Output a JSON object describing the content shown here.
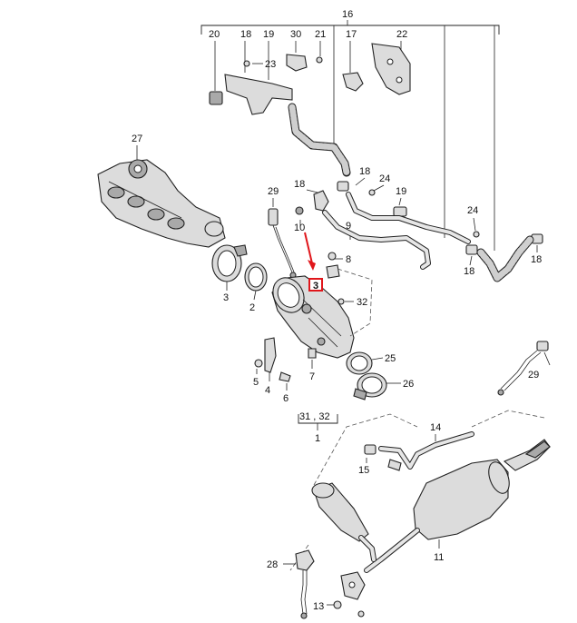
{
  "diagram": {
    "labels": {
      "l1": "1",
      "l2": "2",
      "l3": "3",
      "l4": "4",
      "l5": "5",
      "l6": "6",
      "l7": "7",
      "l8": "8",
      "l9": "9",
      "l10": "10",
      "l11": "11",
      "l13": "13",
      "l14": "14",
      "l15": "15",
      "l16": "16",
      "l17": "17",
      "l18a": "18",
      "l18b": "18",
      "l18c": "18",
      "l18d": "18",
      "l18e": "18",
      "l19a": "19",
      "l19b": "19",
      "l20": "20",
      "l21": "21",
      "l22": "22",
      "l23": "23",
      "l24a": "24",
      "l24b": "24",
      "l25": "25",
      "l26": "26",
      "l27": "27",
      "l28": "28",
      "l29a": "29",
      "l29b": "29",
      "l30": "30",
      "l31_32": "31 , 32",
      "l32": "32"
    },
    "highlight_label": "3",
    "colors": {
      "highlight": "#e0161b",
      "line": "#222222",
      "part_fill": "#dcdcdc"
    }
  }
}
